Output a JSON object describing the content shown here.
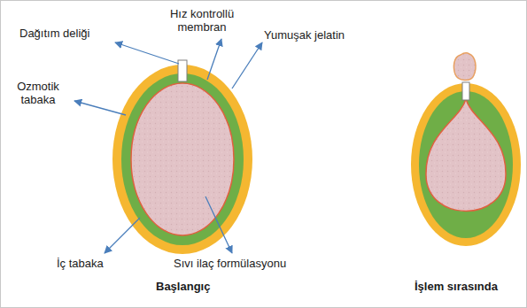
{
  "diagram": {
    "labels": [
      "Dağıtım deliği",
      "Hız kontrollü membran",
      "Yumuşak jelatin",
      "Ozmotik tabaka",
      "İç tabaka",
      "Sıvı ilaç formülasyonu",
      "Başlangıç",
      "İşlem sırasında"
    ]
  }
}
